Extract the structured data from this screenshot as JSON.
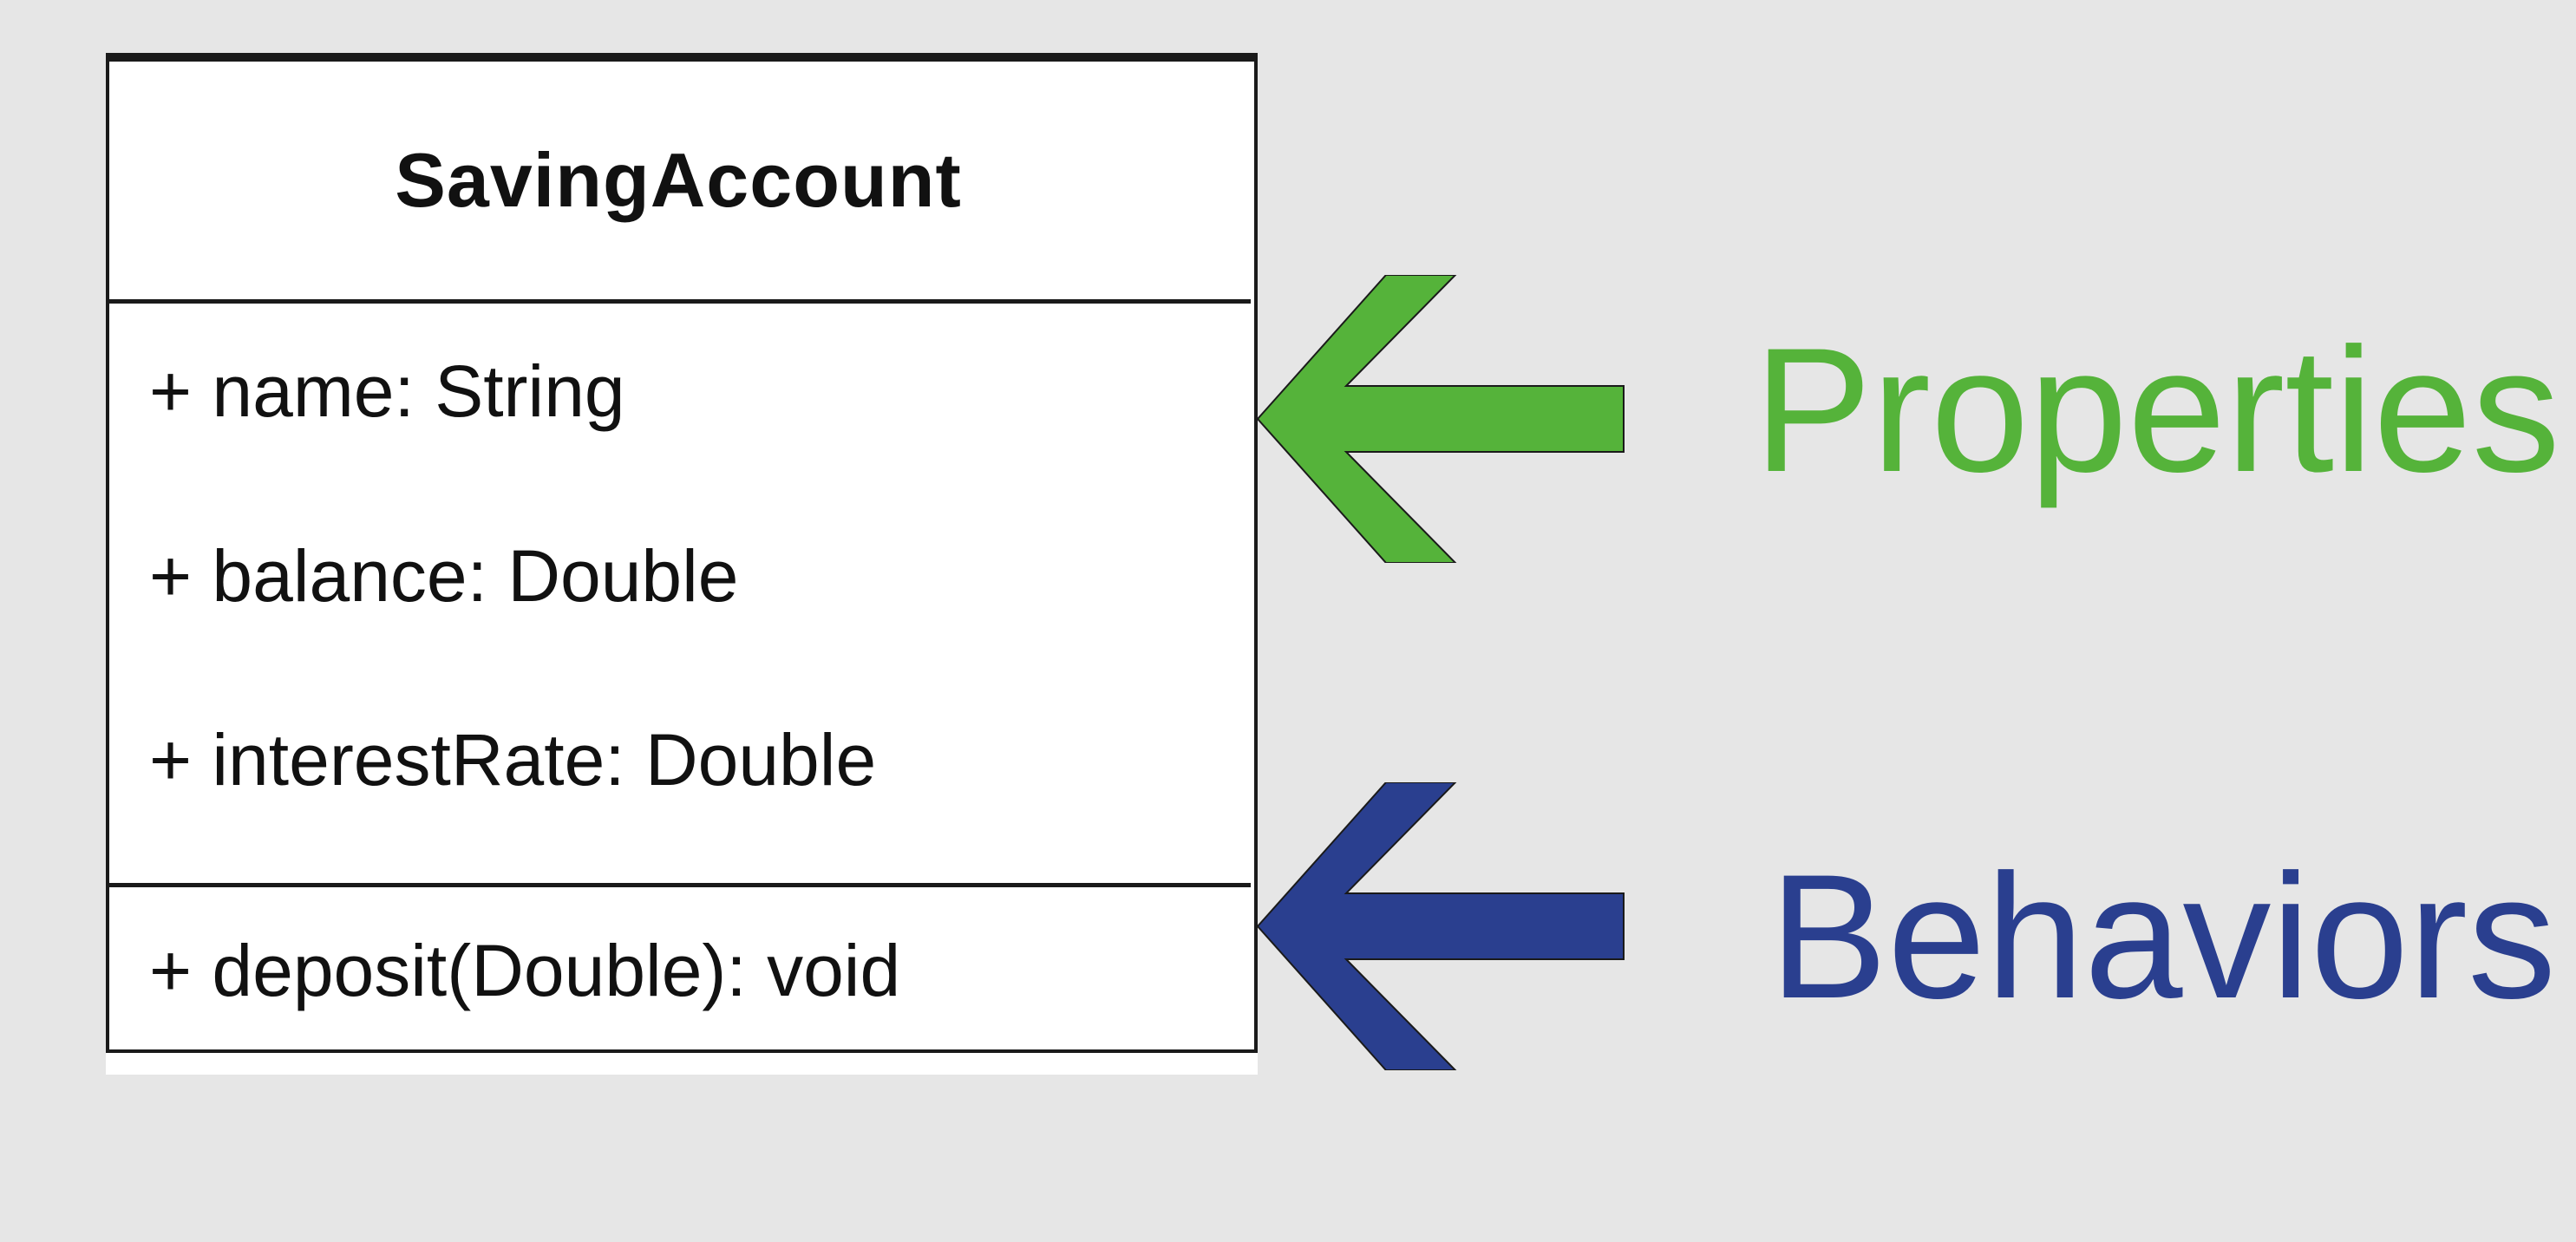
{
  "uml_class": {
    "name": "SavingAccount",
    "attributes": [
      "+ name: String",
      "+ balance: Double",
      "+ interestRate: Double"
    ],
    "methods": [
      "+ deposit(Double): void"
    ]
  },
  "annotations": {
    "properties_label": "Properties",
    "behaviors_label": "Behaviors"
  },
  "colors": {
    "background": "#e6e6e6",
    "properties": "#55b33a",
    "behaviors": "#2a3f8f",
    "border": "#1a1a1a"
  },
  "icons": {
    "properties_arrow": "left-arrow-icon",
    "behaviors_arrow": "left-arrow-icon"
  }
}
